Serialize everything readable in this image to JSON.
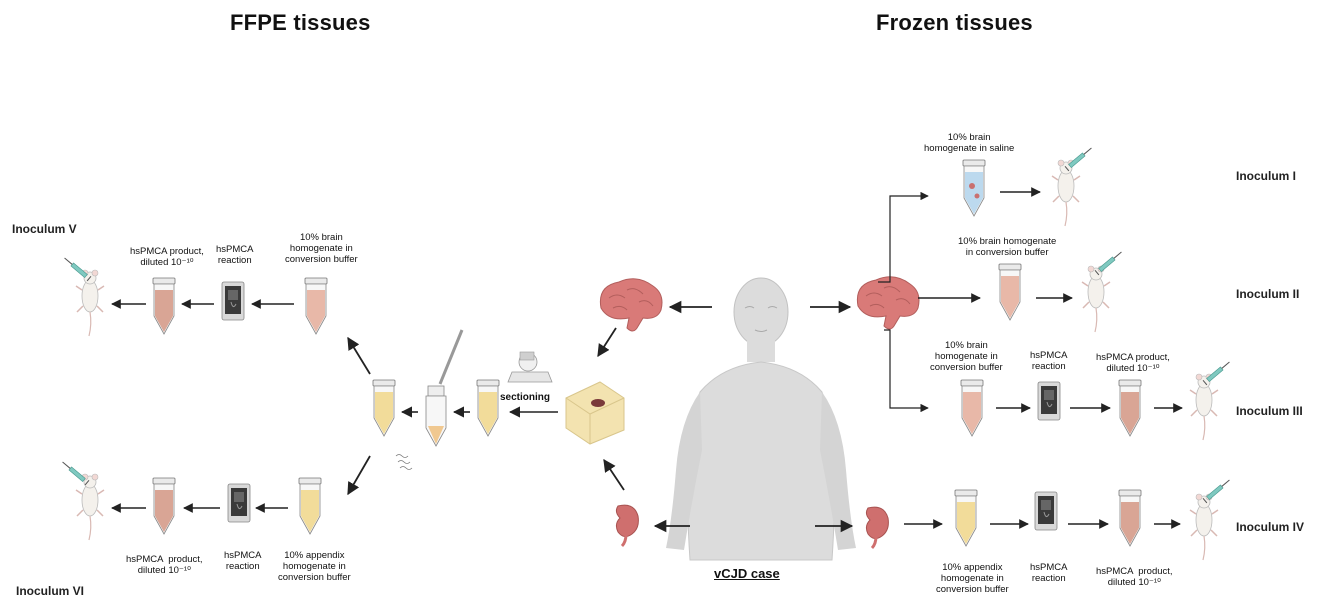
{
  "headings": {
    "left": "FFPE tissues",
    "right": "Frozen tissues"
  },
  "center": {
    "case_label": "vCJD case",
    "sectioning": "sectioning"
  },
  "ffpe": {
    "brain_tube": "10% brain\nhomogenate in\nconversion buffer",
    "brain_reaction": "hsPMCA\nreaction",
    "brain_product": "hsPMCA product,\ndiluted 10⁻¹⁰",
    "appendix_tube": "10% appendix\nhomogenate in\nconversion buffer",
    "appendix_reaction": "hsPMCA\nreaction",
    "appendix_product": "hsPMCA  product,\ndiluted 10⁻¹⁰"
  },
  "frozen": {
    "brain_saline": "10% brain\nhomogenate in saline",
    "brain_conv": "10% brain homogenate\nin conversion buffer",
    "brain_conv2": "10% brain\nhomogenate in\nconversion buffer",
    "brain_reaction": "hsPMCA\nreaction",
    "brain_product": "hsPMCA product,\ndiluted 10⁻¹⁰",
    "appendix_tube": "10% appendix\nhomogenate in\nconversion buffer",
    "appendix_reaction": "hsPMCA\nreaction",
    "appendix_product": "hsPMCA  product,\ndiluted 10⁻¹⁰"
  },
  "inocula": {
    "i": "Inoculum I",
    "ii": "Inoculum II",
    "iii": "Inoculum III",
    "iv": "Inoculum IV",
    "v": "Inoculum V",
    "vi": "Inoculum VI"
  },
  "colors": {
    "brain": "#d97a78",
    "appendix": "#cf6f6e",
    "tube_pink": "#e8b8a8",
    "tube_yellow": "#f2dc9a",
    "tube_blue": "#bcd9ee",
    "body": "#dcdcdc",
    "arrow": "#222222",
    "block": "#f3e3b0"
  },
  "icons": [
    "brain-icon",
    "appendix-icon",
    "tube-icon",
    "machine-icon",
    "mouse-icon",
    "syringe-icon",
    "human-icon",
    "paraffin-block-icon",
    "microtome-icon"
  ]
}
